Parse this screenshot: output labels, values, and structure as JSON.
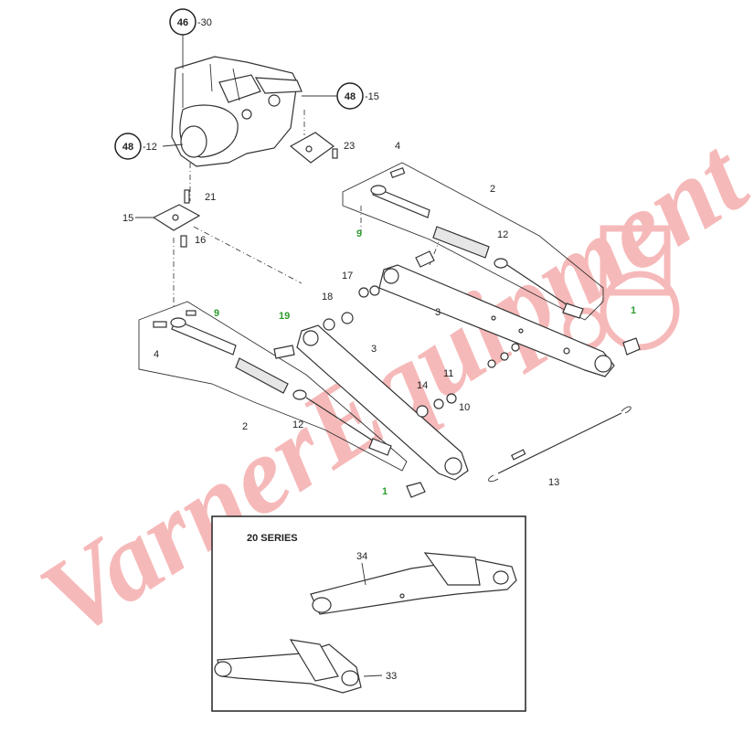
{
  "watermark": {
    "text": "VarnerEquipment",
    "color": "#f08080"
  },
  "callouts": {
    "c46": "46",
    "c46b": "30",
    "c48a": "48",
    "c48ab": "15",
    "c48b": "48",
    "c48bb": "12",
    "n23": "23",
    "n21": "21",
    "n15": "15",
    "n16": "16",
    "n4a": "4",
    "n2a": "2",
    "n9a": "9",
    "n12a": "12",
    "n17": "17",
    "n18": "18",
    "n3a": "3",
    "n1a": "1",
    "n19": "19",
    "n9b": "9",
    "n4b": "4",
    "n3b": "3",
    "n11": "11",
    "n14": "14",
    "n10": "10",
    "n2b": "2",
    "n12b": "12",
    "n13": "13",
    "n1b": "1"
  },
  "inset": {
    "title": "20 SERIES",
    "n34": "34",
    "n33": "33"
  }
}
